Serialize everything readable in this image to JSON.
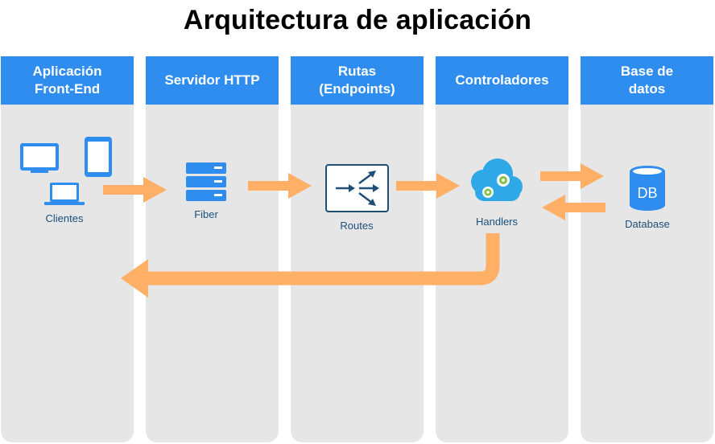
{
  "title": "Arquitectura de aplicación",
  "lanes": [
    {
      "header": "Aplicación\nFront-End"
    },
    {
      "header": "Servidor HTTP"
    },
    {
      "header": "Rutas\n(Endpoints)"
    },
    {
      "header": "Controladores"
    },
    {
      "header": "Base de\ndatos"
    }
  ],
  "nodes": {
    "clientes": "Clientes",
    "fiber": "Fiber",
    "routes": "Routes",
    "handlers": "Handlers",
    "database": "Database",
    "db_icon_text": "DB"
  },
  "colors": {
    "header": "#2f8df0",
    "lane": "#e6e6e6",
    "arrow": "#ffb066",
    "icon_blue": "#2f8df0",
    "label": "#1b4f7a"
  }
}
